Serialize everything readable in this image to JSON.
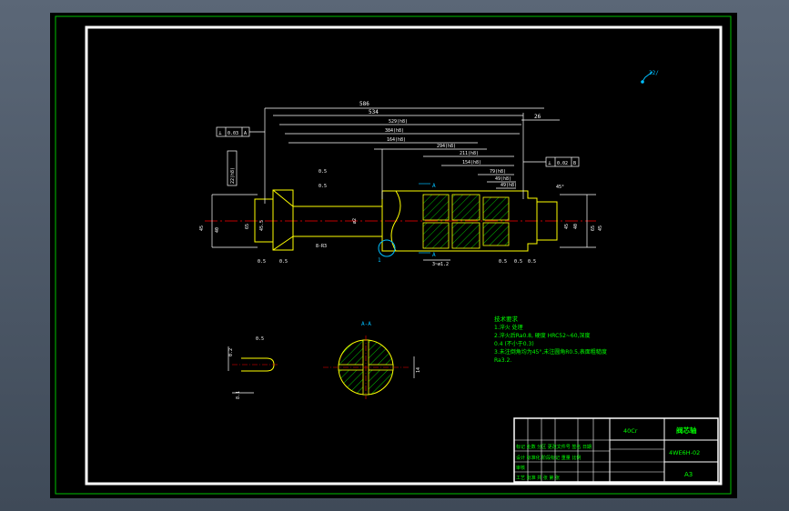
{
  "colors": {
    "background": "#000000",
    "frame": "#ffffff",
    "outer_border": "#00c000",
    "geometry": "#ffff00",
    "dimension": "#ffffff",
    "center_line": "#ff0000",
    "hatch": "#00c000",
    "notes": "#00ff00",
    "symbol": "#00bfff",
    "ui_chrome": "#4a5666"
  },
  "drawing": {
    "roughness_symbol": "32/",
    "dims_top": [
      "586",
      "534",
      "529(h8)",
      "384(h8)",
      "164(h8)",
      "294(h8)",
      "211(h8)",
      "154(h8)",
      "79(h8)",
      "49(h8)",
      "49(h8)",
      "26"
    ],
    "dims_small": [
      "0.5",
      "0.5",
      "0.5",
      "0.5",
      "0.5",
      "0.5",
      "0.5"
    ],
    "tolerance_left": [
      "⊥",
      "0.03",
      "A"
    ],
    "tolerance_right": [
      "⊥",
      "0.02",
      "B"
    ],
    "tolerance_vertical": "22(h8)",
    "dia_left": [
      "45",
      "40",
      "65",
      "45.5"
    ],
    "dia_right": [
      "45",
      "40",
      "65",
      "45"
    ],
    "section_marks": [
      "A",
      "A"
    ],
    "detail_label": "1",
    "bottom_dim": "3~ø1.2",
    "chamfer_label": "45°",
    "depth_label": "8-R3",
    "center_dia": "ø2",
    "section_title": "A-A",
    "detail_dims": [
      "0.2",
      "0.5",
      "8.1"
    ],
    "section_dim": "14",
    "notes_title": "技术要求",
    "notes": [
      "1.淬火  处理",
      "2.淬火后Ra0.8,  硬度 HRC52~60,深度",
      "  0.4 (不小于0.3)",
      "3.未注倒角均为45°,未注圆角R0.5,表面粗糙度",
      "  Ra3.2."
    ]
  },
  "title_block": {
    "material": "40Cr",
    "part_name": "阀芯轴",
    "drawing_no": "4WE6H-02",
    "sheet": "A3",
    "rows": [
      "标记  处数  分区  更改文件号  签名  日期",
      "设计  标准化  阶段标记  重量  比例",
      "审核",
      "工艺  批准  共  张  第  张"
    ]
  }
}
